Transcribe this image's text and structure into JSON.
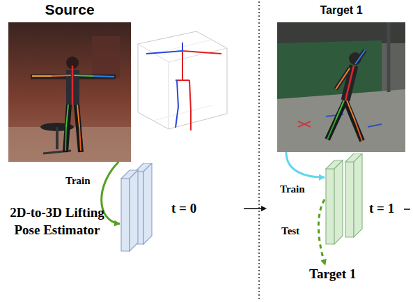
{
  "diagram": {
    "nodes": [
      {
        "text": [
          "Source"
        ]
      },
      {
        "text": [
          "2D-to-3D Lifting Pose Estimator"
        ]
      },
      {
        "text": [
          "Target 1"
        ]
      },
      {
        "text": [
          "t = 1"
        ]
      },
      {
        "text": [
          "Target 1"
        ]
      }
    ],
    "edges": [
      {
        "from": 0,
        "to": 1,
        "label": "Train",
        "arrow": "to"
      },
      {
        "from": 2,
        "to": 3,
        "label": "Train",
        "arrow": "to"
      },
      {
        "from": 3,
        "to": 4,
        "label": "Test",
        "arrow": "to"
      }
    ],
    "labels": [
      "t = 0"
    ]
  }
}
